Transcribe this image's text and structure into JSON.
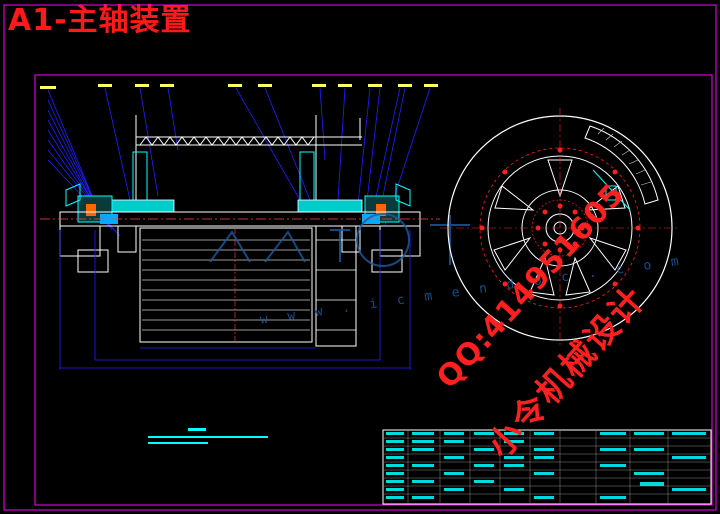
{
  "drawing": {
    "title": "A1-主轴装置"
  },
  "watermark": {
    "url": "w w w . i c m e n d o c . c o m",
    "qq": "QQ:414951605",
    "maker": "小令机械设计"
  },
  "colors": {
    "background": "#000000",
    "frame": "#ff00ff",
    "outline": "#ffffff",
    "dimension": "#2020ff",
    "section": "#00ffff",
    "title_red": "#ff1a1a",
    "text_overlay": "#ff2020"
  }
}
